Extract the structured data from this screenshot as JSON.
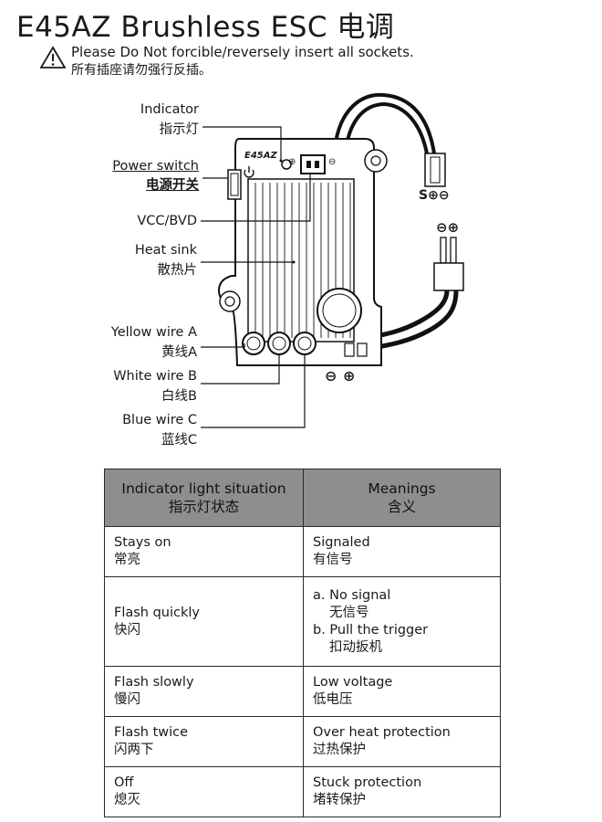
{
  "title": "E45AZ Brushless ESC 电调",
  "warning": {
    "icon": "warning-triangle-icon",
    "text_en": "Please Do Not forcible/reversely insert all sockets.",
    "text_zh": "所有插座请勿强行反插。"
  },
  "diagram": {
    "board_label": "E45AZ",
    "labels": {
      "indicator_en": "Indicator",
      "indicator_zh": "指示灯",
      "power_switch_en": "Power switch",
      "power_switch_zh": "电源开关",
      "vcc_bvd": "VCC/BVD",
      "heat_sink_en": "Heat sink",
      "heat_sink_zh": "散热片",
      "yellow_en": "Yellow wire A",
      "yellow_zh": "黄线A",
      "white_en": "White wire B",
      "white_zh": "白线B",
      "blue_en": "Blue wire C",
      "blue_zh": "蓝线C"
    },
    "connector_symbols": "S⊕⊖",
    "battery_symbols": "⊖⊕",
    "board_minus": "⊖",
    "board_plus": "⊕",
    "bottom_minus": "⊖",
    "bottom_plus": "⊕"
  },
  "table": {
    "headers": [
      {
        "en": "Indicator light situation",
        "zh": "指示灯状态"
      },
      {
        "en": "Meanings",
        "zh": "含义"
      }
    ],
    "rows": [
      {
        "state_en": "Stays on",
        "state_zh": "常亮",
        "meaning_en": "Signaled",
        "meaning_zh": "有信号"
      },
      {
        "state_en": "Flash quickly",
        "state_zh": "快闪",
        "meaning_a_en": "a. No signal",
        "meaning_a_zh": "无信号",
        "meaning_b_en": "b. Pull the trigger",
        "meaning_b_zh": "扣动扳机"
      },
      {
        "state_en": "Flash slowly",
        "state_zh": "慢闪",
        "meaning_en": "Low voltage",
        "meaning_zh": "低电压"
      },
      {
        "state_en": "Flash twice",
        "state_zh": "闪两下",
        "meaning_en": "Over heat protection",
        "meaning_zh": "过热保护"
      },
      {
        "state_en": "Off",
        "state_zh": "熄灭",
        "meaning_en": "Stuck protection",
        "meaning_zh": "堵转保护"
      }
    ]
  }
}
